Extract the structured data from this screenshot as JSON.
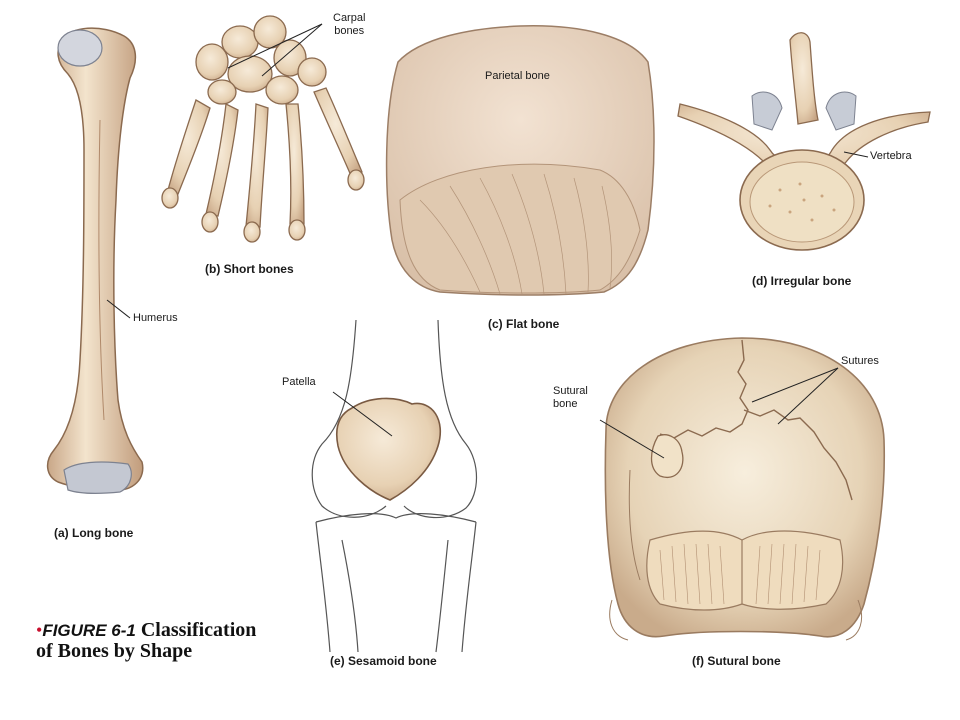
{
  "labels": {
    "carpal_bones_line1": "Carpal",
    "carpal_bones_line2": "bones",
    "parietal_bone": "Parietal bone",
    "vertebra": "Vertebra",
    "humerus": "Humerus",
    "patella": "Patella",
    "sutures": "Sutures",
    "sutural_bone_line1": "Sutural",
    "sutural_bone_line2": "bone"
  },
  "captions": {
    "a": "(a) Long bone",
    "b": "(b) Short bones",
    "c": "(c) Flat bone",
    "d": "(d) Irregular bone",
    "e": "(e) Sesamoid bone",
    "f": "(f) Sutural bone"
  },
  "figure": {
    "bullet": "•",
    "number": "FIGURE 6-1",
    "title_line1": "Classification",
    "title_line2": "of Bones by Shape"
  },
  "colors": {
    "bone": "#ecd9bd",
    "bone_shadow": "#c9a98a",
    "bone_dark": "#8b6a4f",
    "cartilage": "#b9bec9",
    "bullet": "#c8102e"
  }
}
